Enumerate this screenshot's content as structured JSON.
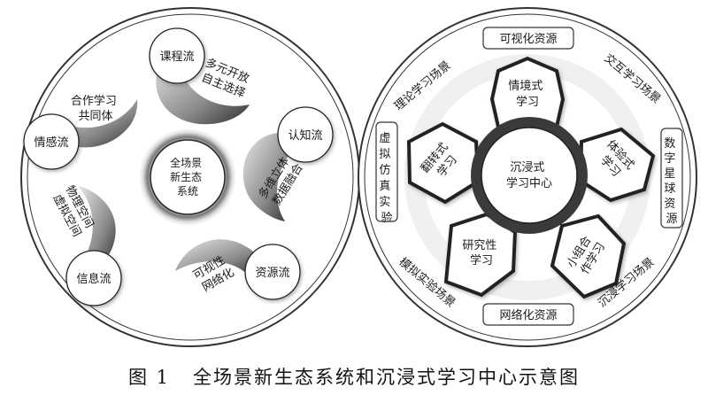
{
  "left": {
    "center": [
      "全场景",
      "新生态",
      "系统"
    ],
    "flows": {
      "course": "课程流",
      "cognition": "认知流",
      "resource": "资源流",
      "information": "信息流",
      "emotion": "情感流"
    },
    "arms": {
      "diverse": [
        "多元开放",
        "自主选择"
      ],
      "multidim": [
        "多维立体",
        "数据融合"
      ],
      "visual": [
        "可视性",
        "网络化"
      ],
      "physical": [
        "物理空间",
        "虚拟空间"
      ],
      "cooperative": [
        "合作学习",
        "共同体"
      ]
    }
  },
  "right": {
    "center": [
      "沉浸式",
      "学习中心"
    ],
    "hexagons": {
      "situational": [
        "情境式",
        "学习"
      ],
      "experiential": [
        "体验式",
        "学习"
      ],
      "group": [
        "小组合",
        "作学习"
      ],
      "research": [
        "研究性",
        "学习"
      ],
      "flipped": [
        "翻转式",
        "学习"
      ]
    },
    "resources": {
      "visual": "可视化资源",
      "digital_planet": "数字星球资源",
      "network": "网络化资源",
      "virtual_sim": "虚拟仿真实验"
    },
    "scenes": {
      "theory": "理论学习场景",
      "interactive": "交互学习场景",
      "immersive": "沉浸学习场景",
      "simulated": "模拟实验场景"
    }
  },
  "caption": {
    "number": "图 1",
    "title": "全场景新生态系统和沉浸式学习中心示意图"
  }
}
